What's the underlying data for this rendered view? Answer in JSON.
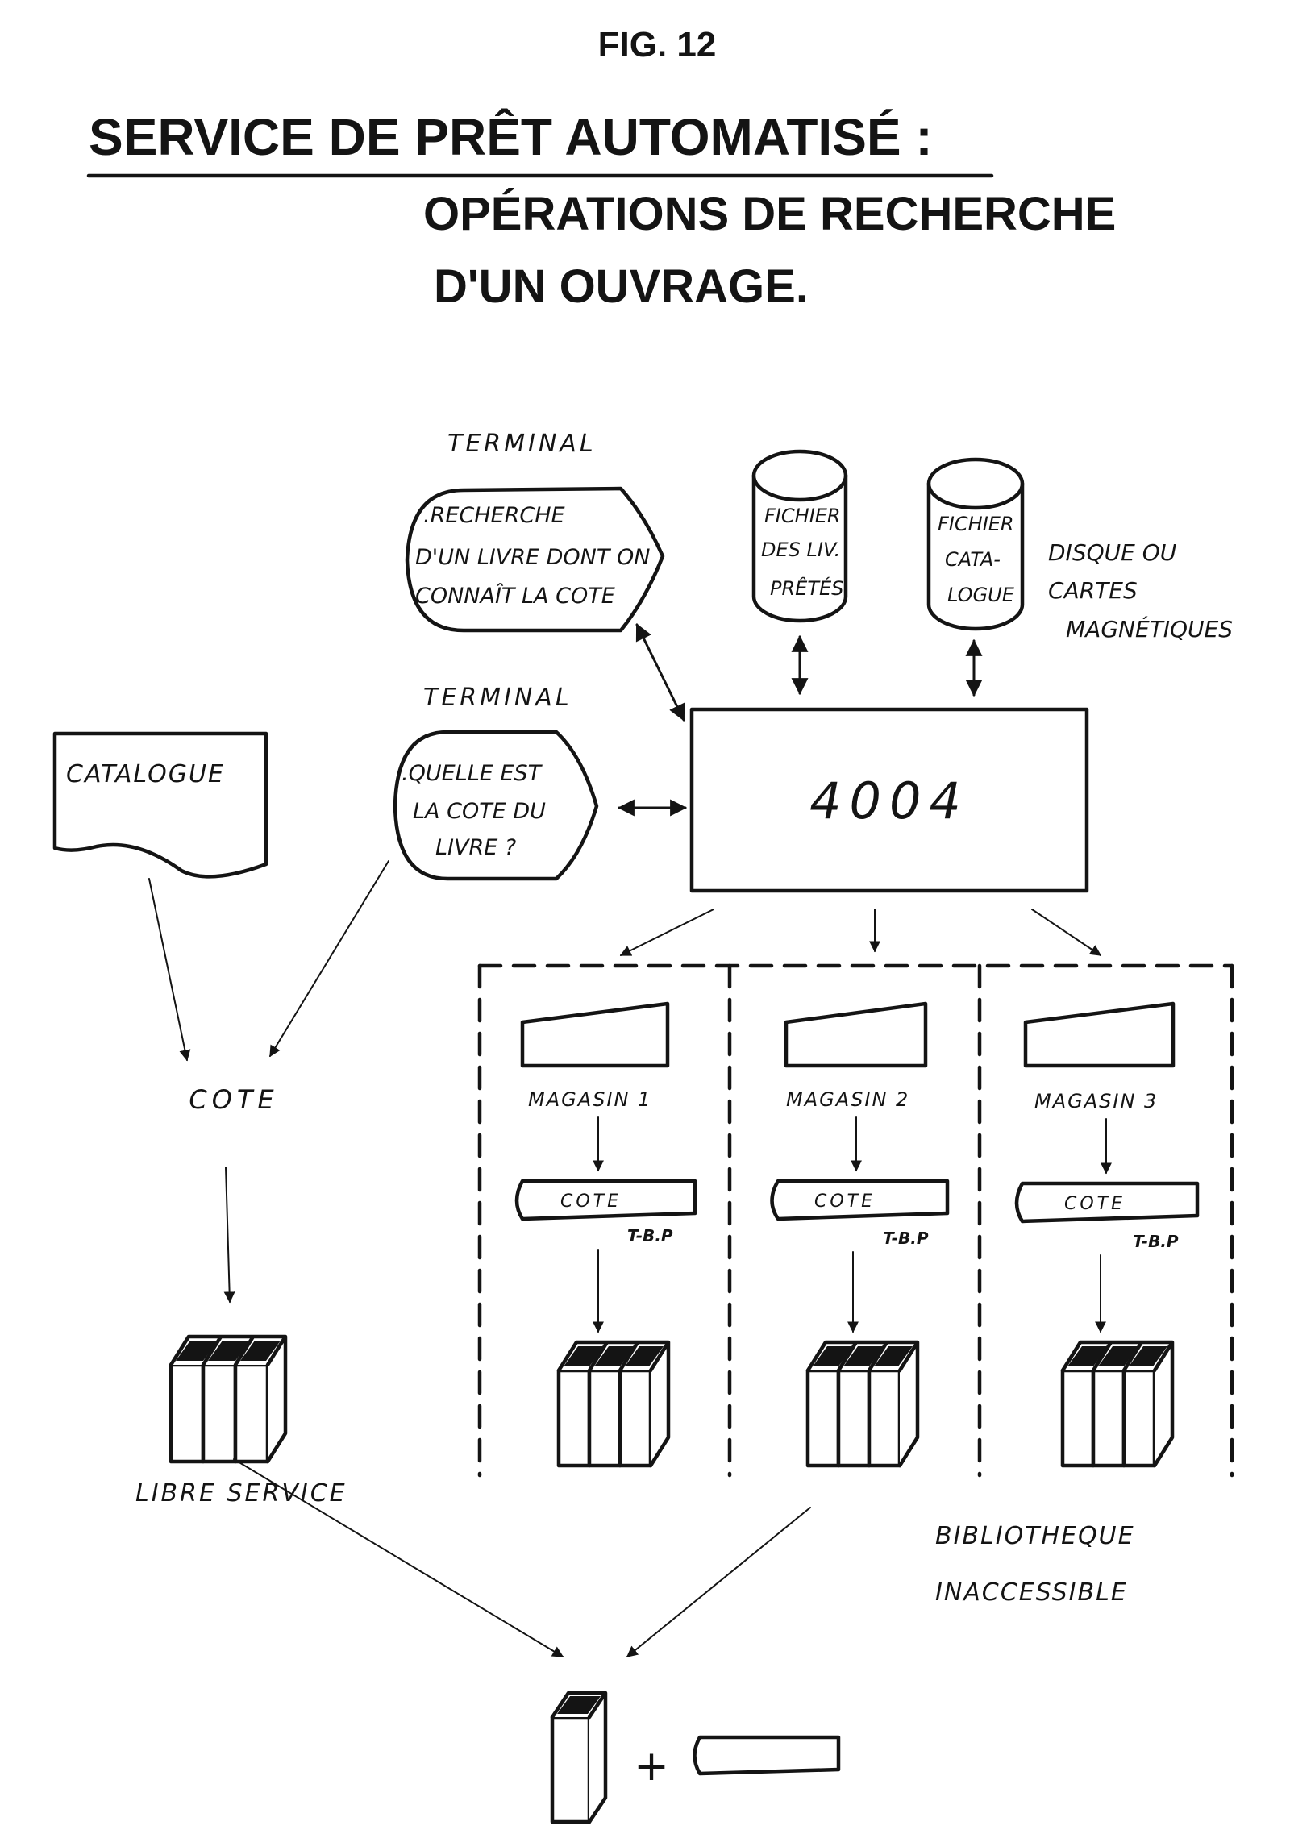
{
  "figure_label": "FIG. 12",
  "title": {
    "line1": "SERVICE DE PRÊT AUTOMATISÉ :",
    "line2": "OPÉRATIONS DE RECHERCHE",
    "line3": "D'UN OUVRAGE."
  },
  "terminal_top": {
    "label": "TERMINAL",
    "lines": [
      ".RECHERCHE",
      "D'UN LIVRE DONT ON",
      "CONNAÎT LA COTE"
    ]
  },
  "terminal_bottom": {
    "label": "TERMINAL",
    "lines": [
      ".QUELLE EST",
      "LA COTE DU",
      "LIVRE ?"
    ]
  },
  "storage": {
    "file_loans": [
      "FICHIER",
      "DES LIV.",
      "PRÊTÉS"
    ],
    "file_catalog": [
      "FICHIER",
      "CATA-",
      "LOGUE"
    ],
    "caption": [
      "DISQUE OU",
      "CARTES",
      "MAGNÉTIQUES"
    ]
  },
  "computer": {
    "label": "4004"
  },
  "catalogue": {
    "label": "CATALOGUE"
  },
  "cote": {
    "label": "COTE"
  },
  "libre_service": {
    "label": "LIBRE SERVICE"
  },
  "magasins": [
    {
      "name": "MAGASIN 1",
      "cote": "COTE",
      "tbp": "T-B.P"
    },
    {
      "name": "MAGASIN 2",
      "cote": "COTE",
      "tbp": "T-B.P"
    },
    {
      "name": "MAGASIN 3",
      "cote": "COTE",
      "tbp": "T-B.P"
    }
  ],
  "bibliotheque": [
    "BIBLIOTHEQUE",
    "INACCESSIBLE"
  ],
  "plus_sign": "+"
}
